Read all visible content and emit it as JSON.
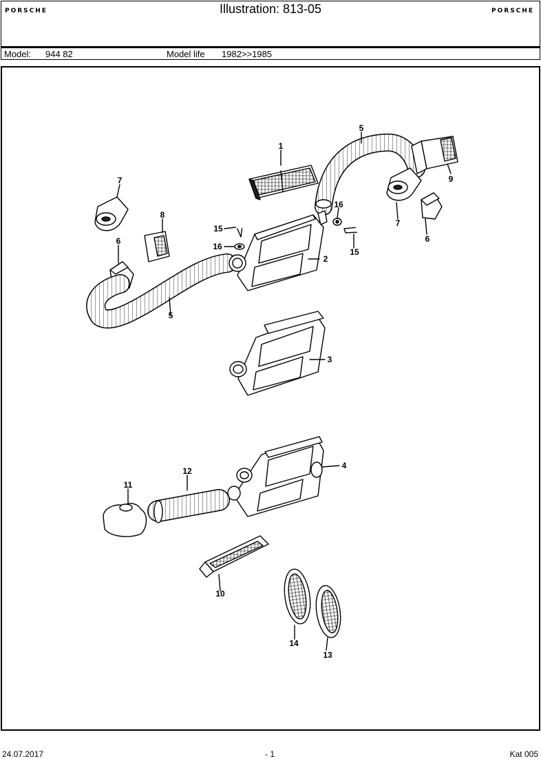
{
  "header": {
    "brand_left": "PORSCHE",
    "brand_right": "PORSCHE",
    "title": "Illustration: 813-05"
  },
  "model_row": {
    "model_label": "Model:",
    "model_value": "944 82",
    "life_label": "Model life",
    "life_value": "1982>>1985"
  },
  "callouts": {
    "n1": "1",
    "n2": "2",
    "n3": "3",
    "n4": "4",
    "n5a": "5",
    "n5b": "5",
    "n6a": "6",
    "n6b": "6",
    "n7a": "7",
    "n7b": "7",
    "n8": "8",
    "n9": "9",
    "n10": "10",
    "n11": "11",
    "n12": "12",
    "n13": "13",
    "n14": "14",
    "n15a": "15",
    "n15b": "15",
    "n16a": "16",
    "n16b": "16"
  },
  "footer": {
    "date": "24.07.2017",
    "page": "- 1",
    "catalog": "Kat 005"
  }
}
